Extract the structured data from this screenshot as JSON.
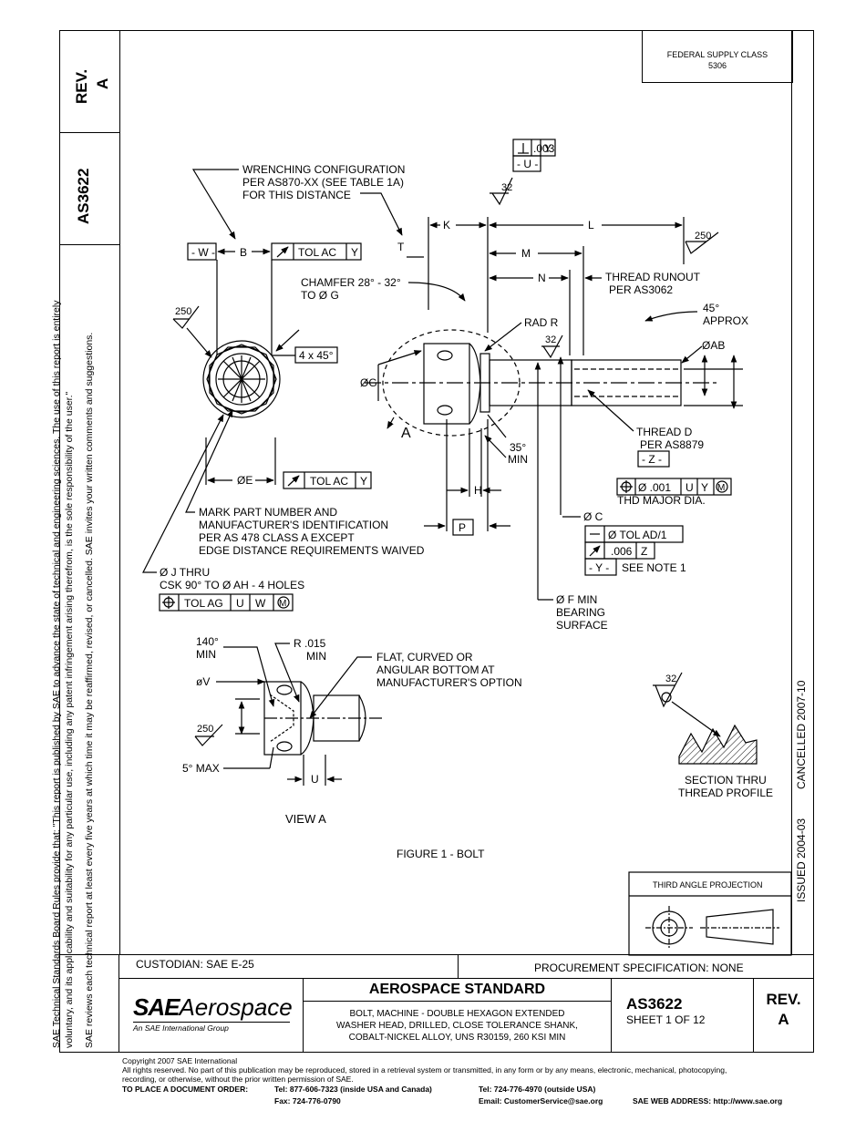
{
  "side_block": {
    "rev_label": "REV.",
    "rev_value": "A",
    "doc_number": "AS3622"
  },
  "side_notes": {
    "line1": "SAE Technical Standards Board Rules provide that: \"This report is published by SAE to advance the state of technical and engineering sciences. The use of this report is entirely",
    "line2": "voluntary, and its applicability and suitability for any particular use, including any patent infringement arising therefrom, is the sole responsibility of the user.\"",
    "line3": "SAE reviews each technical report at least every five years at which time it may be reaffirmed, revised, or cancelled. SAE invites your written comments and suggestions."
  },
  "federal_supply": {
    "label": "FEDERAL SUPPLY CLASS",
    "value": "5306"
  },
  "right_strip": {
    "cancelled": "CANCELLED 2007-10",
    "issued": "ISSUED 2004-03"
  },
  "drawing": {
    "perp_tol": ".003",
    "perp_datum": "Y",
    "datum_u": "- U -",
    "finish_top": "32",
    "wrench_note": [
      "WRENCHING CONFIGURATION",
      "PER AS870-XX (SEE TABLE 1A)",
      "FOR THIS DISTANCE"
    ],
    "t_label": "T",
    "k_label": "K",
    "l_label": "L",
    "m_label": "M",
    "n_label": "N",
    "finish_250_right": "250",
    "datum_w": "- W -",
    "b_label": "B",
    "tol_ac": "TOL AC",
    "y_label": "Y",
    "chamfer": [
      "CHAMFER 28° - 32°",
      "TO Ø G"
    ],
    "runout": [
      "THREAD RUNOUT",
      "PER AS3062"
    ],
    "deg45": [
      "45°",
      "APPROX"
    ],
    "finish_250_left": "250",
    "four_x_45": "4 x 45°",
    "rad_r": "RAD R",
    "finish_32_mid": "32",
    "dia_ab": "ØAB",
    "dia_g": "ØG",
    "a_label": "A",
    "thread_d": [
      "THREAD D",
      "PER AS8879"
    ],
    "datum_z": "- Z -",
    "deg35": [
      "35°",
      "MIN"
    ],
    "dia_e": "ØE",
    "tol_ac2": "TOL AC",
    "y2": "Y",
    "pos_tol": "Ø .001",
    "pos_u": "U",
    "pos_y": "Y",
    "pos_m": "M",
    "thd_major": "THD MAJOR DIA.",
    "h_label": "H",
    "mark_note": [
      "MARK PART NUMBER  AND",
      "MANUFACTURER'S IDENTIFICATION",
      "PER AS 478 CLASS  A  EXCEPT",
      "EDGE DISTANCE REQUIREMENTS WAIVED"
    ],
    "dia_c": "Ø C",
    "p_label": "P",
    "tol_ad1": "Ø TOL AD/1",
    "runout_tol": ".006",
    "z_label": "Z",
    "datum_y": "- Y -",
    "see_note": "SEE NOTE 1",
    "dia_j": [
      "Ø J THRU",
      "CSK 90° TO  Ø  AH - 4 HOLES"
    ],
    "tol_ag": "TOL AG",
    "tol_ag_u": "U",
    "tol_ag_w": "W",
    "tol_ag_m": "M",
    "dia_f": [
      "Ø F MIN",
      "BEARING",
      "SURFACE"
    ],
    "deg140": [
      "140°",
      "MIN"
    ],
    "r015": [
      "R .015",
      "MIN"
    ],
    "flat_note": [
      "FLAT, CURVED OR",
      "ANGULAR BOTTOM AT",
      "MANUFACTURER'S OPTION"
    ],
    "dia_v": "øV",
    "finish_250_view": "250",
    "deg5": "5° MAX",
    "u_label": "U",
    "view_a": "VIEW A",
    "finish_32_section": "32",
    "section": [
      "SECTION THRU",
      "THREAD PROFILE"
    ],
    "figure_caption": "FIGURE 1 - BOLT",
    "third_angle": "THIRD ANGLE PROJECTION"
  },
  "title_block": {
    "custodian": "CUSTODIAN: SAE E-25",
    "procurement": "PROCUREMENT SPECIFICATION: NONE",
    "logo_text_sae": "SAE",
    "logo_text_aero": "Aerospace",
    "logo_sub": "An SAE International Group",
    "standard_title": "AEROSPACE STANDARD",
    "description": [
      "BOLT, MACHINE - DOUBLE HEXAGON EXTENDED",
      "WASHER HEAD, DRILLED, CLOSE TOLERANCE SHANK,",
      "COBALT-NICKEL ALLOY, UNS R30159, 260 KSI MIN"
    ],
    "doc_number": "AS3622",
    "sheet": "SHEET 1 OF 12",
    "rev_label": "REV.",
    "rev_value": "A"
  },
  "footer": {
    "copyright": "Copyright 2007 SAE International",
    "rights1": "All rights reserved. No part of this publication may be reproduced, stored in a retrieval system or transmitted, in any form or by any means, electronic, mechanical, photocopying,",
    "rights2": "recording, or otherwise, without the prior written permission of SAE.",
    "order_label": "TO PLACE A DOCUMENT ORDER:",
    "tel_usa": "Tel:  877-606-7323 (inside USA and Canada)",
    "tel_out": "Tel:  724-776-4970 (outside USA)",
    "fax": "Fax:  724-776-0790",
    "email": "Email: CustomerService@sae.org",
    "web": "SAE WEB ADDRESS: http://www.sae.org"
  }
}
